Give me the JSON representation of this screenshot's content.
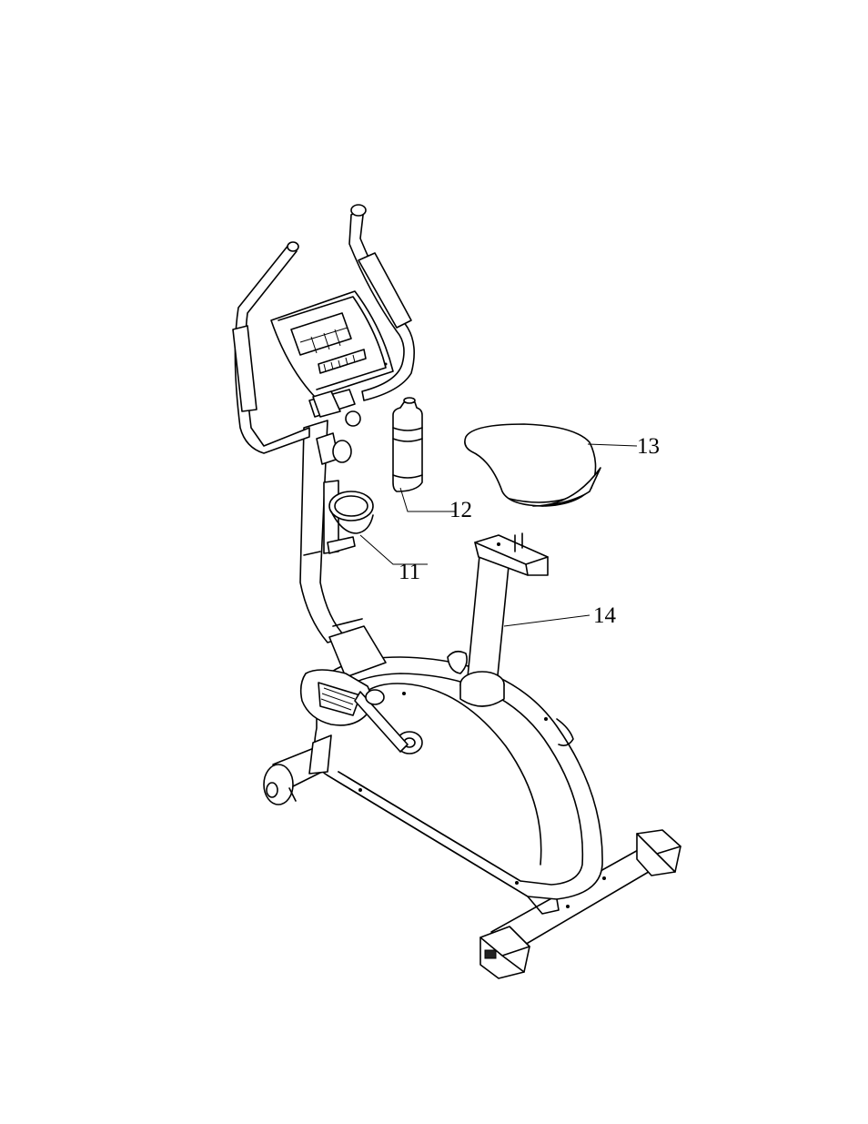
{
  "callouts": [
    {
      "id": "11",
      "label": "11"
    },
    {
      "id": "12",
      "label": "12"
    },
    {
      "id": "13",
      "label": "13"
    },
    {
      "id": "14",
      "label": "14"
    }
  ],
  "parts": [
    {
      "name": "handlebar"
    },
    {
      "name": "console"
    },
    {
      "name": "water-bottle"
    },
    {
      "name": "bottle-holder"
    },
    {
      "name": "seat"
    },
    {
      "name": "seat-post"
    },
    {
      "name": "main-frame"
    },
    {
      "name": "pedal"
    },
    {
      "name": "front-stabilizer"
    },
    {
      "name": "rear-stabilizer"
    }
  ]
}
